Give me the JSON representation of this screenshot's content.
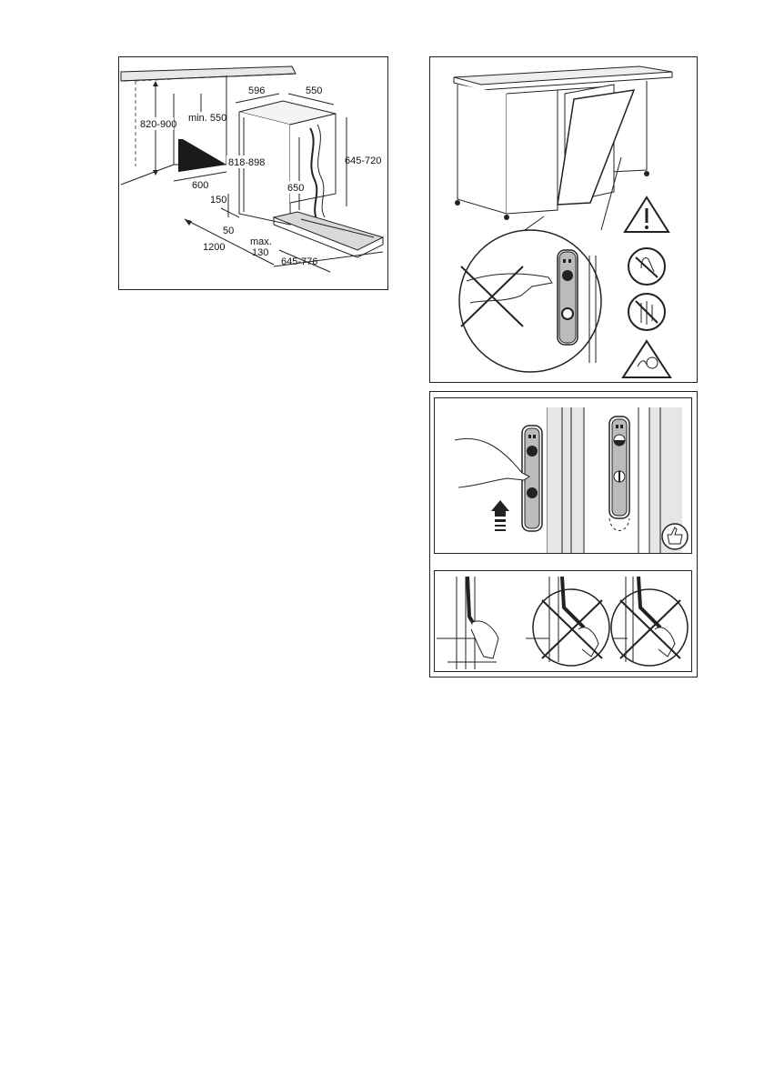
{
  "dimensions": {
    "d820_900": "820-900",
    "min550": "min. 550",
    "d596": "596",
    "d550": "550",
    "d818_898": "818-898",
    "d645_720": "645-720",
    "d650": "650",
    "d600": "600",
    "d150": "150",
    "d50": "50",
    "max": "max.",
    "d130": "130",
    "d1200": "1200",
    "d645_776": "645-776"
  },
  "colors": {
    "stroke": "#222222",
    "floor": "#d9d9d9",
    "dark": "#1a1a1a",
    "panel_border": "#222222"
  },
  "icons": [
    "warning-triangle-icon",
    "no-touch-icon",
    "no-hand-icon",
    "hand-crush-warning-icon",
    "thumbs-up-icon",
    "push-up-arrow-icon"
  ]
}
